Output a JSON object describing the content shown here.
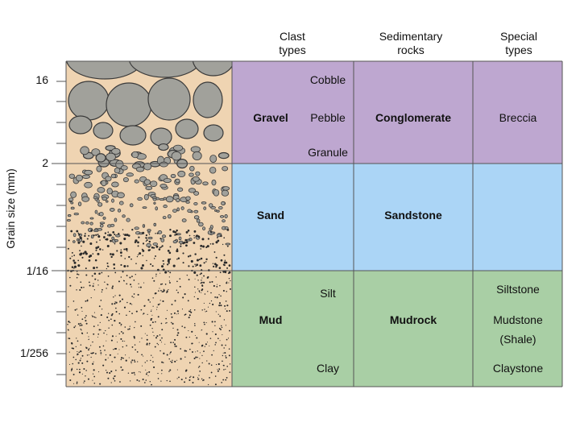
{
  "headers": {
    "clast": [
      "Clast",
      "types"
    ],
    "sedimentary": [
      "Sedimentary",
      "rocks"
    ],
    "special": [
      "Special",
      "types"
    ]
  },
  "axis": {
    "label": "Grain size (mm)",
    "ticks": [
      "16",
      "2",
      "1/16",
      "1/256"
    ]
  },
  "colors": {
    "gravel": "#bea7d0",
    "sand": "#abd5f6",
    "mud": "#a9cfa5",
    "sediment_bg": "#efd4b2",
    "clast": "#a1a19b",
    "grid": "#555555"
  },
  "rows": {
    "gravel": {
      "clast": "Gravel",
      "subtypes": [
        "Cobble",
        "Pebble",
        "Granule"
      ],
      "rock": "Conglomerate",
      "special": "Breccia"
    },
    "sand": {
      "clast": "Sand",
      "rock": "Sandstone",
      "special": ""
    },
    "mud": {
      "clast": "Mud",
      "subtypes": [
        "Silt",
        "Clay"
      ],
      "rock": "Mudrock",
      "special": [
        "Siltstone",
        "Mudstone",
        "(Shale)",
        "Claystone"
      ]
    }
  }
}
